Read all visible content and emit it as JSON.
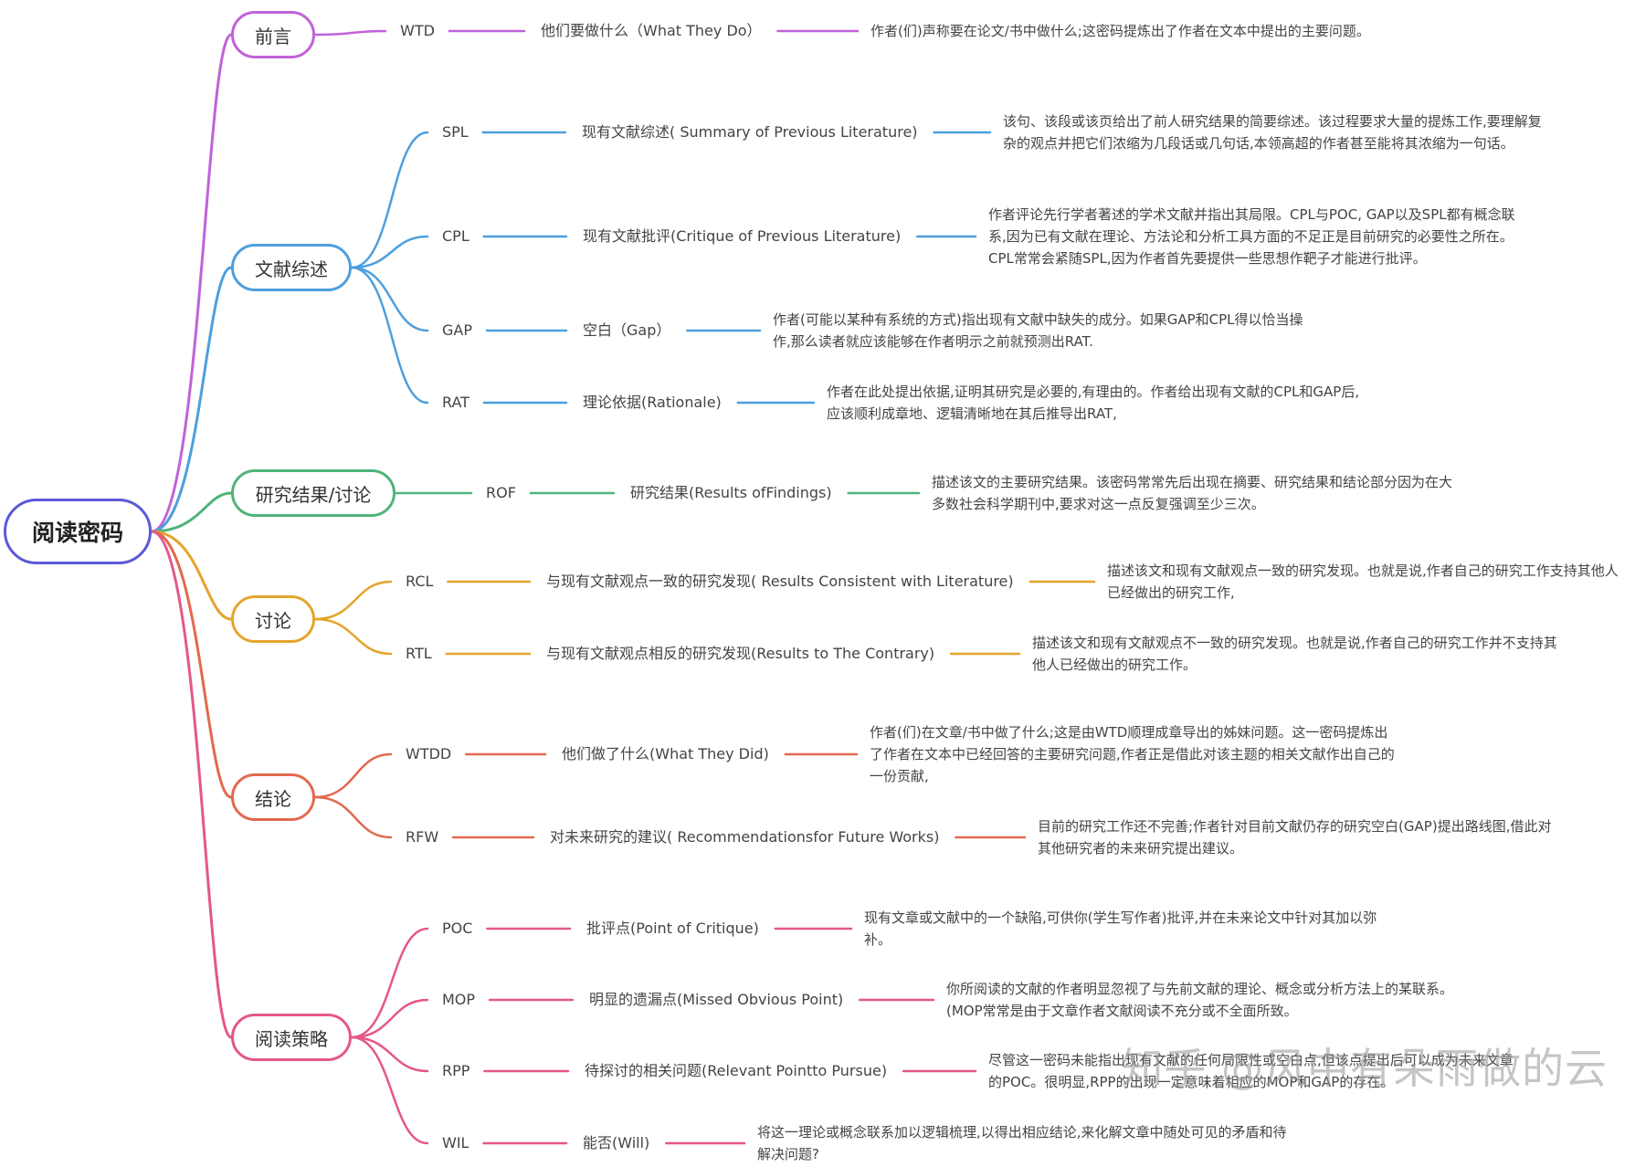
{
  "root": {
    "label": "阅读密码",
    "color": "#5b59d6"
  },
  "categories": [
    {
      "id": "preface",
      "label": "前言",
      "color": "#c062d9",
      "items": [
        {
          "code": "WTD",
          "name": "他们要做什么（What They Do）",
          "desc": "作者(们)声称要在论文/书中做什么;这密码提炼出了作者在文本中提出的主要问题。"
        }
      ]
    },
    {
      "id": "lit-review",
      "label": "文献综述",
      "color": "#4d9fde",
      "items": [
        {
          "code": "SPL",
          "name": "现有文献综述( Summary of Previous Literature)",
          "desc": "该句、该段或该页给出了前人研究结果的简要综述。该过程要求大量的提炼工作,要理解复杂的观点并把它们浓缩为几段话或几句话,本领高超的作者甚至能将其浓缩为一句话。"
        },
        {
          "code": "CPL",
          "name": "现有文献批评(Critique of Previous Literature)",
          "desc": "作者评论先行学者著述的学术文献并指出其局限。CPL与POC, GAP以及SPL都有概念联系,因为已有文献在理论、方法论和分析工具方面的不足正是目前研究的必要性之所在。CPL常常会紧随SPL,因为作者首先要提供一些思想作靶子才能进行批评。"
        },
        {
          "code": "GAP",
          "name": "空白（Gap）",
          "desc": "作者(可能以某种有系统的方式)指出现有文献中缺失的成分。如果GAP和CPL得以恰当操作,那么读者就应该能够在作者明示之前就预测出RAT."
        },
        {
          "code": "RAT",
          "name": "理论依据(Rationale)",
          "desc": "作者在此处提出依据,证明其研究是必要的,有理由的。作者给出现有文献的CPL和GAP后,应该顺利成章地、逻辑清晰地在其后推导出RAT,"
        }
      ]
    },
    {
      "id": "results",
      "label": "研究结果/讨论",
      "color": "#4fb37a",
      "items": [
        {
          "code": "ROF",
          "name": "研究结果(Results ofFindings)",
          "desc": "描述该文的主要研究结果。该密码常常先后出现在摘要、研究结果和结论部分因为在大多数社会科学期刊中,要求对这一点反复强调至少三次。"
        }
      ]
    },
    {
      "id": "discussion",
      "label": "讨论",
      "color": "#e4a42c",
      "items": [
        {
          "code": "RCL",
          "name": "与现有文献观点一致的研究发现( Results Consistent with Literature)",
          "desc": "描述该文和现有文献观点一致的研究发现。也就是说,作者自己的研究工作支持其他人已经做出的研究工作,"
        },
        {
          "code": "RTL",
          "name": "与现有文献观点相反的研究发现(Results to The Contrary)",
          "desc": "描述该文和现有文献观点不一致的研究发现。也就是说,作者自己的研究工作并不支持其他人已经做出的研究工作。"
        }
      ]
    },
    {
      "id": "conclusion",
      "label": "结论",
      "color": "#e2694f",
      "items": [
        {
          "code": "WTDD",
          "name": "他们做了什么(What They Did)",
          "desc": "作者(们)在文章/书中做了什么;这是由WTD顺理成章导出的姊妹问题。这一密码提炼出了作者在文本中已经回答的主要研究问题,作者正是借此对该主题的相关文献作出自己的一份贡献,"
        },
        {
          "code": "RFW",
          "name": "对未来研究的建议( Recommendationsfor Future Works)",
          "desc": "目前的研究工作还不完善;作者针对目前文献仍存的研究空白(GAP)提出路线图,借此对其他研究者的未来研究提出建议。"
        }
      ]
    },
    {
      "id": "reading-strategy",
      "label": "阅读策略",
      "color": "#e4578a",
      "items": [
        {
          "code": "POC",
          "name": "批评点(Point of Critique)",
          "desc": "现有文章或文献中的一个缺陷,可供你(学生写作者)批评,并在未来论文中针对其加以弥补。"
        },
        {
          "code": "MOP",
          "name": "明显的遗漏点(Missed Obvious Point)",
          "desc": "你所阅读的文献的作者明显忽视了与先前文献的理论、概念或分析方法上的某联系。(MOP常常是由于文章作者文献阅读不充分或不全面所致。"
        },
        {
          "code": "RPP",
          "name": "待探讨的相关问题(Relevant Pointto Pursue)",
          "desc": "尽管这一密码未能指出现有文献的任何局限性或空白点,但该点提出后可以成为未来文章的POC。很明显,RPP的出现一定意味着相应的MOP和GAP的存在。"
        },
        {
          "code": "WIL",
          "name": "能否(Will)",
          "desc": "将这一理论或概念联系加以逻辑梳理,以得出相应结论,来化解文章中随处可见的矛盾和待解决问题?"
        }
      ]
    }
  ],
  "watermark": "知乎 @风中有朵雨做的云"
}
